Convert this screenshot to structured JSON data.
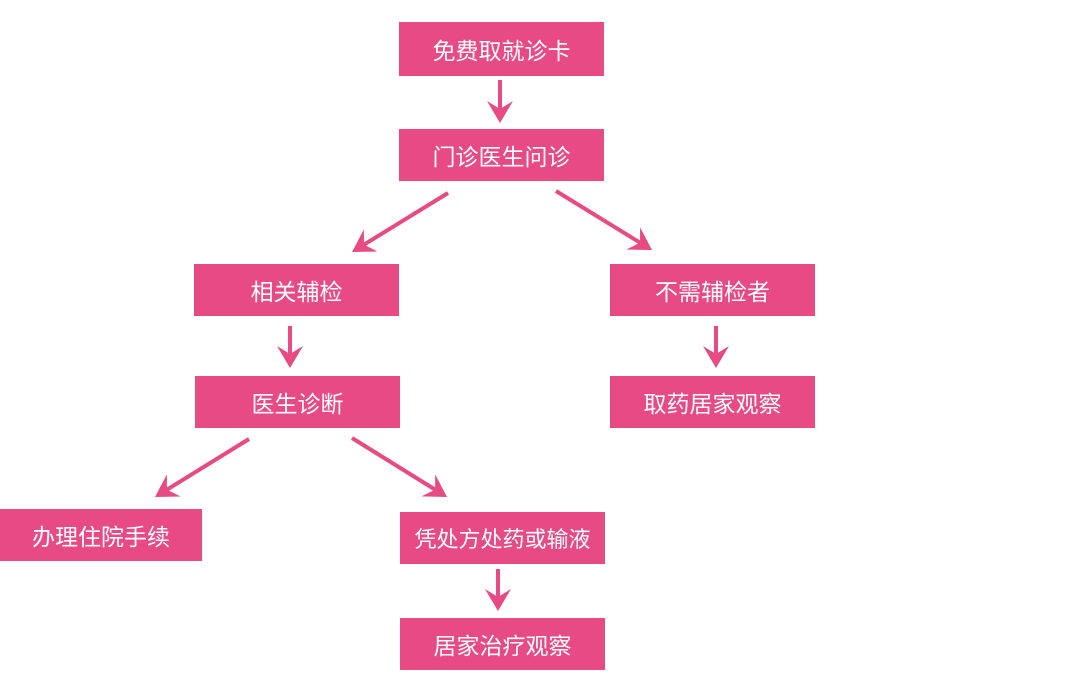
{
  "diagram": {
    "type": "flowchart",
    "accent_color": "#e84a83",
    "text_color": "#ffffff",
    "nodes": [
      {
        "id": "n1",
        "label": "免费取就诊卡"
      },
      {
        "id": "n2",
        "label": "门诊医生问诊"
      },
      {
        "id": "n3",
        "label": "相关辅检"
      },
      {
        "id": "n4",
        "label": "不需辅检者"
      },
      {
        "id": "n5",
        "label": "医生诊断"
      },
      {
        "id": "n6",
        "label": "取药居家观察"
      },
      {
        "id": "n7",
        "label": "办理住院手续"
      },
      {
        "id": "n8",
        "label": "凭处方处药或输液"
      },
      {
        "id": "n9",
        "label": "居家治疗观察"
      }
    ],
    "edges": [
      {
        "from": "n1",
        "to": "n2"
      },
      {
        "from": "n2",
        "to": "n3"
      },
      {
        "from": "n2",
        "to": "n4"
      },
      {
        "from": "n3",
        "to": "n5"
      },
      {
        "from": "n4",
        "to": "n6"
      },
      {
        "from": "n5",
        "to": "n7"
      },
      {
        "from": "n5",
        "to": "n8"
      },
      {
        "from": "n8",
        "to": "n9"
      }
    ]
  }
}
